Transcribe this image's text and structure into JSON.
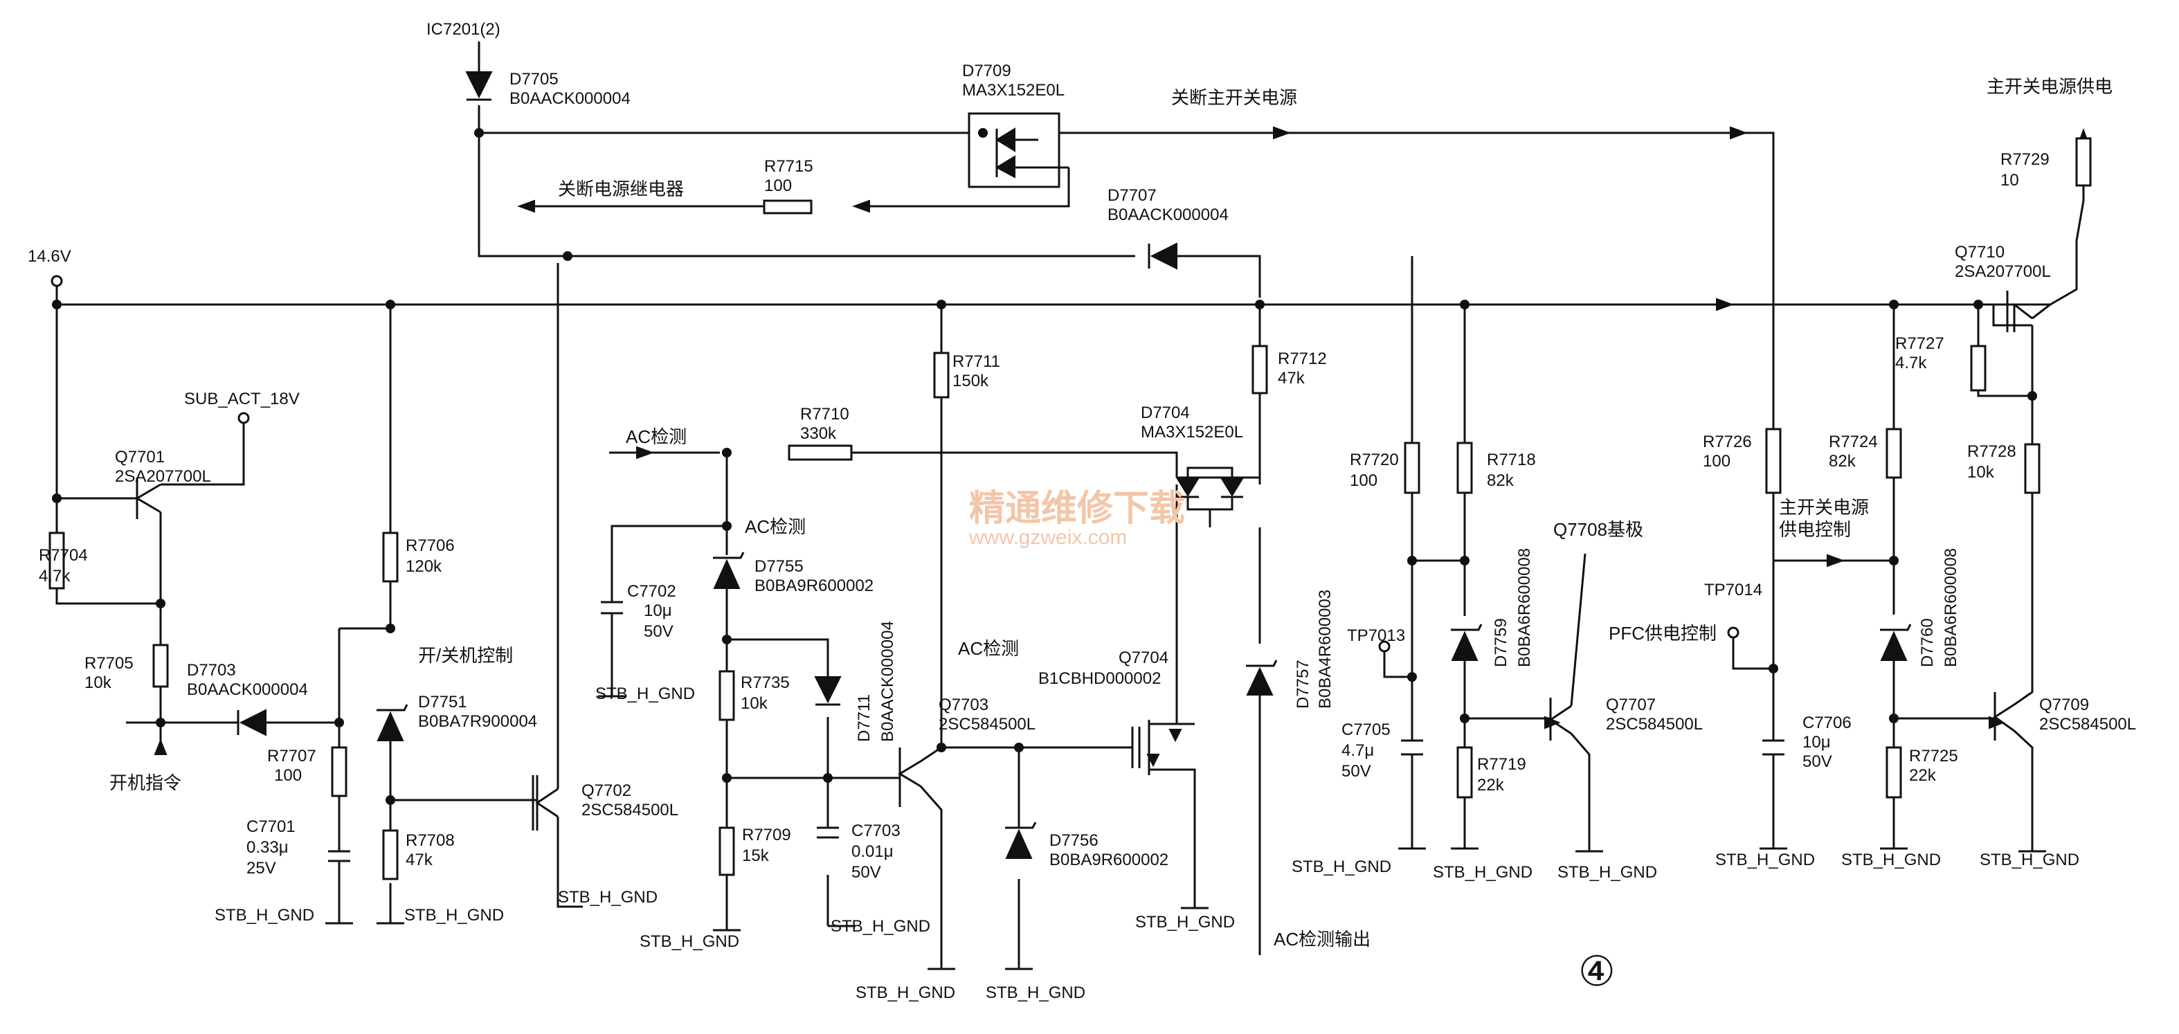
{
  "labels": {
    "ic7201": "IC7201(2)",
    "d7705_ref": "D7705",
    "d7705_val": "B0AACK000004",
    "d7709_ref": "D7709",
    "d7709_val": "MA3X152E0L",
    "shutdown_main": "关断主开关电源",
    "main_supply": "主开关电源供电",
    "r7715_ref": "R7715",
    "r7715_val": "100",
    "shutdown_relay": "关断电源继电器",
    "d7707_ref": "D7707",
    "d7707_val": "B0AACK000004",
    "r7729_ref": "R7729",
    "r7729_val": "10",
    "v146": "14.6V",
    "q7710_ref": "Q7710",
    "q7710_val": "2SA207700L",
    "r7711_ref": "R7711",
    "r7711_val": "150k",
    "r7712_ref": "R7712",
    "r7712_val": "47k",
    "r7727_ref": "R7727",
    "r7727_val": "4.7k",
    "sub_act": "SUB_ACT_18V",
    "q7701_ref": "Q7701",
    "q7701_val": "2SA207700L",
    "ac_detect": "AC检测",
    "r7710_ref": "R7710",
    "r7710_val": "330k",
    "d7704_ref": "D7704",
    "d7704_val": "MA3X152E0L",
    "r7720_ref": "R7720",
    "r7720_val": "100",
    "r7718_ref": "R7718",
    "r7718_val": "82k",
    "r7726_ref": "R7726",
    "r7726_val": "100",
    "r7724_ref": "R7724",
    "r7724_val": "82k",
    "r7728_ref": "R7728",
    "r7728_val": "10k",
    "main_ctrl_1": "主开关电源",
    "main_ctrl_2": "供电控制",
    "q7708_base": "Q7708基极",
    "ac_detect_2": "AC检测",
    "r7704_ref": "R7704",
    "r7704_val": "4.7k",
    "r7706_ref": "R7706",
    "r7706_val": "120k",
    "c7702_ref": "C7702",
    "c7702_val": "10μ",
    "c7702_v": "50V",
    "d7755_ref": "D7755",
    "d7755_val": "B0BA9R600002",
    "d7711_ref": "D7711",
    "d7711_val": "B0AACK000004",
    "d7757_ref": "D7757",
    "d7757_val": "B0BA4R600003",
    "d7759_ref": "D7759",
    "d7759_val": "B0BA6R600008",
    "d7760_ref": "D7760",
    "d7760_val": "B0BA6R600008",
    "tp7013": "TP7013",
    "tp7014": "TP7014",
    "pfc_ctrl": "PFC供电控制",
    "ac_detect_3": "AC检测",
    "r7705_ref": "R7705",
    "r7705_val": "10k",
    "d7703_ref": "D7703",
    "d7703_val": "B0AACK000004",
    "power_ctrl": "开/关机控制",
    "d7751_ref": "D7751",
    "d7751_val": "B0BA7R900004",
    "r7735_ref": "R7735",
    "r7735_val": "10k",
    "q7704_ref": "Q7704",
    "q7704_val": "B1CBHD000002",
    "q7703_ref": "Q7703",
    "q7703_val": "2SC584500L",
    "q7707_ref": "Q7707",
    "q7707_val": "2SC584500L",
    "q7709_ref": "Q7709",
    "q7709_val": "2SC584500L",
    "c7705_ref": "C7705",
    "c7705_val": "4.7μ",
    "c7705_v": "50V",
    "c7706_ref": "C7706",
    "c7706_val": "10μ",
    "c7706_v": "50V",
    "r7719_ref": "R7719",
    "r7719_val": "22k",
    "r7725_ref": "R7725",
    "r7725_val": "22k",
    "r7707_ref": "R7707",
    "r7707_val": "100",
    "power_on_cmd": "开机指令",
    "c7701_ref": "C7701",
    "c7701_val": "0.33μ",
    "c7701_v": "25V",
    "r7708_ref": "R7708",
    "r7708_val": "47k",
    "q7702_ref": "Q7702",
    "q7702_val": "2SC584500L",
    "r7709_ref": "R7709",
    "r7709_val": "15k",
    "c7703_ref": "C7703",
    "c7703_val": "0.01μ",
    "c7703_v": "50V",
    "d7756_ref": "D7756",
    "d7756_val": "B0BA9R600002",
    "ac_out": "AC检测输出",
    "page_num": "④",
    "gnd": "STB_H_GND"
  },
  "watermark": {
    "line1": "精通维修下载",
    "line2": "www.gzweix.com"
  }
}
